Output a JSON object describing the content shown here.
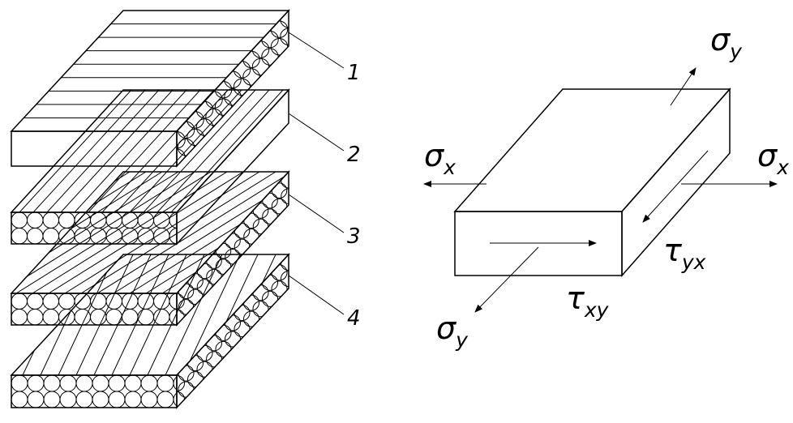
{
  "layers": [
    {
      "label": "1"
    },
    {
      "label": "2"
    },
    {
      "label": "3"
    },
    {
      "label": "4"
    }
  ],
  "stress": {
    "sigma_top": {
      "symbol": "σ",
      "subscript": "y"
    },
    "sigma_left": {
      "symbol": "σ",
      "subscript": "x"
    },
    "sigma_right": {
      "symbol": "σ",
      "subscript": "x"
    },
    "sigma_bottom": {
      "symbol": "σ",
      "subscript": "y"
    },
    "tau_yx": {
      "symbol": "τ",
      "subscript": "yx"
    },
    "tau_xy": {
      "symbol": "τ",
      "subscript": "xy"
    }
  },
  "colors": {
    "ink": "#000000",
    "background": "#ffffff"
  }
}
